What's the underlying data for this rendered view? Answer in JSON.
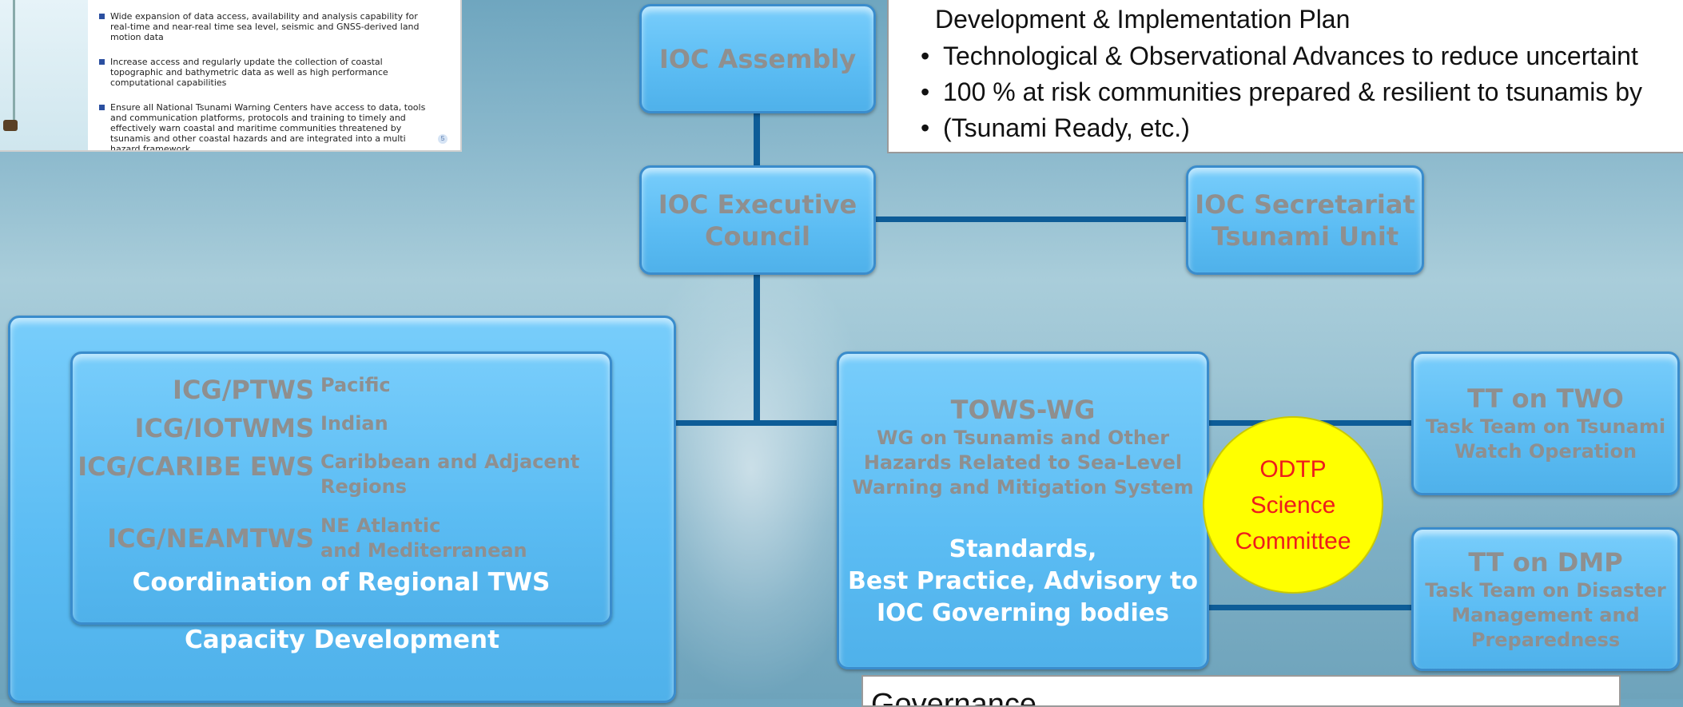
{
  "thumbnail": {
    "bullets": [
      "Wide expansion of data access, availability and analysis capability for real-time and near-real time sea level, seismic and GNSS-derived land motion data",
      "Increase access and regularly update the collection of coastal topographic and bathymetric data as well as high performance computational capabilities",
      "Ensure all National Tsunami Warning Centers have access to data, tools and communication platforms, protocols and training to timely and effectively warn coastal and maritime communities threatened by tsunamis and other coastal hazards and are integrated into a multi hazard framework"
    ],
    "page_number": "5"
  },
  "text_panel": {
    "line1": "Development & Implementation Plan",
    "bullets": [
      "Technological & Observational Advances to reduce uncertaint",
      "100 % at risk communities prepared & resilient to tsunamis by",
      "(Tsunami Ready, etc.)"
    ]
  },
  "governance_panel": {
    "text": "Governance"
  },
  "boxes": {
    "ioc_assembly": "IOC Assembly",
    "ioc_exec_line1": "IOC Executive",
    "ioc_exec_line2": "Council",
    "ioc_secretariat_line1": "IOC Secretariat",
    "ioc_secretariat_line2": "Tsunami Unit",
    "tows_title": "TOWS-WG",
    "tows_desc_line1": "WG on Tsunamis and Other",
    "tows_desc_line2": "Hazards Related to Sea-Level",
    "tows_desc_line3": "Warning and Mitigation System",
    "tows_role_line1": "Standards,",
    "tows_role_line2": "Best Practice, Advisory to",
    "tows_role_line3": "IOC Governing bodies",
    "tt_two_title": "TT on TWO",
    "tt_two_line1": "Task Team on Tsunami",
    "tt_two_line2": "Watch Operation",
    "tt_dmp_title": "TT on DMP",
    "tt_dmp_line1": "Task Team on Disaster",
    "tt_dmp_line2": "Management and",
    "tt_dmp_line3": "Preparedness"
  },
  "odtp": {
    "line1": "ODTP",
    "line2": "Science",
    "line3": "Committee"
  },
  "regional": {
    "items": [
      {
        "code": "ICG/PTWS",
        "name_line1": "Pacific",
        "name_line2": ""
      },
      {
        "code": "ICG/IOTWMS",
        "name_line1": "Indian",
        "name_line2": ""
      },
      {
        "code": "ICG/CARIBE EWS",
        "name_line1": "Caribbean and Adjacent",
        "name_line2": "Regions"
      },
      {
        "code": "ICG/NEAMTWS",
        "name_line1": "NE Atlantic",
        "name_line2": "and Mediterranean"
      }
    ],
    "inner_label": "Coordination of Regional TWS",
    "outer_label": "Capacity Development"
  },
  "colors": {
    "box_fill": "#5bbcf3",
    "box_border": "#3a8ccc",
    "connector": "#0d5c97",
    "gray_text": "#8f8f8f",
    "odtp_fill": "#ffff00",
    "odtp_text": "#ee1c1c"
  }
}
